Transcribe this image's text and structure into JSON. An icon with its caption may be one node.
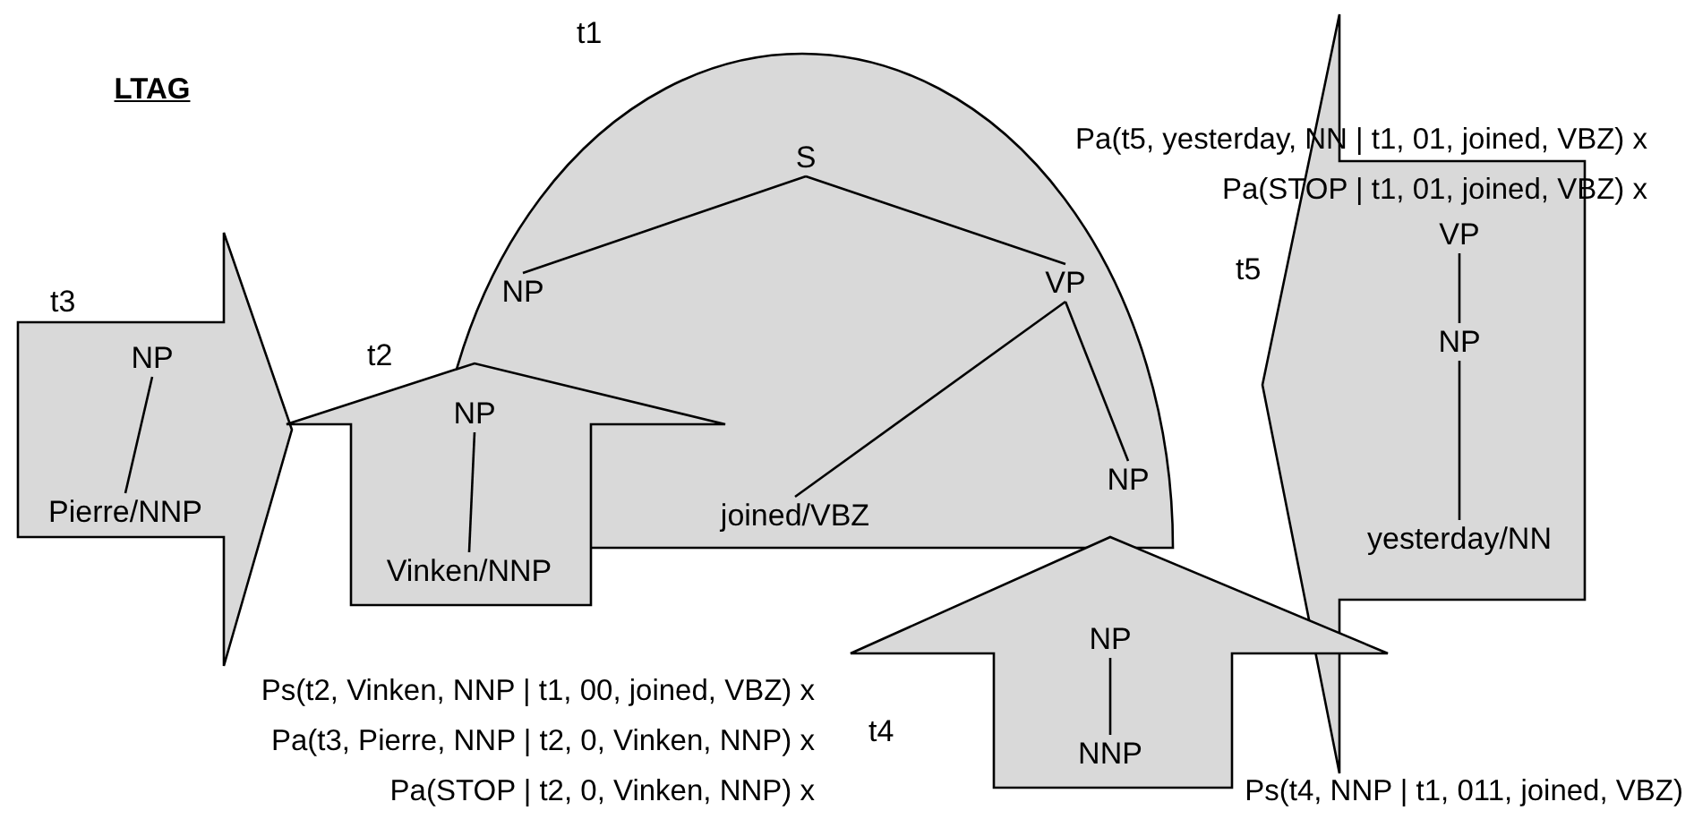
{
  "diagram": {
    "nodes": [
      {
        "text": [
          "t1"
        ]
      },
      {
        "text": [
          "S"
        ],
        "in": 0
      },
      {
        "text": [
          "NP"
        ],
        "in": 0
      },
      {
        "text": [
          "VP"
        ],
        "in": 0
      },
      {
        "text": [
          "joined/VBZ"
        ],
        "in": 0
      },
      {
        "text": [
          "NP"
        ],
        "in": 0
      },
      {
        "text": [
          "t3"
        ]
      },
      {
        "text": [
          "NP"
        ],
        "in": 6
      },
      {
        "text": [
          "Pierre/NNP"
        ],
        "in": 6
      },
      {
        "text": [
          "t2"
        ]
      },
      {
        "text": [
          "NP"
        ]
      },
      {
        "text": [
          "Vinken/NNP"
        ],
        "in": 9
      },
      {
        "text": [
          "t5"
        ]
      },
      {
        "text": [
          "VP"
        ],
        "in": 12
      },
      {
        "text": [
          "NP"
        ],
        "in": 12
      },
      {
        "text": [
          "yesterday/NN"
        ],
        "in": 12
      },
      {
        "text": [
          "t4"
        ]
      },
      {
        "text": [
          "NP"
        ],
        "in": 16
      },
      {
        "text": [
          "NNP"
        ],
        "in": 16
      }
    ],
    "edges": [
      {
        "from": 1,
        "to": 2,
        "arrow": "none"
      },
      {
        "from": 1,
        "to": 3,
        "arrow": "none"
      },
      {
        "from": 3,
        "to": 4,
        "arrow": "none"
      },
      {
        "from": 3,
        "to": 5,
        "arrow": "none"
      },
      {
        "from": 7,
        "to": 8,
        "arrow": "none"
      },
      {
        "from": 10,
        "to": 11,
        "arrow": "none"
      },
      {
        "from": 13,
        "to": 14,
        "arrow": "none"
      },
      {
        "from": 14,
        "to": 15,
        "arrow": "none"
      },
      {
        "from": 17,
        "to": 18,
        "arrow": "none"
      }
    ],
    "labels": [
      "LTAG",
      "Pa(t5, yesterday, NN | t1, 01, joined, VBZ) x",
      "Pa(STOP | t1, 01, joined, VBZ) x",
      "Ps(t2, Vinken, NNP | t1, 00, joined, VBZ) x",
      "Pa(t3, Pierre, NNP | t2, 0, Vinken, NNP) x",
      "Pa(STOP | t2, 0, Vinken, NNP) x",
      "Ps(t4, NNP | t1, 011, joined, VBZ)"
    ]
  }
}
